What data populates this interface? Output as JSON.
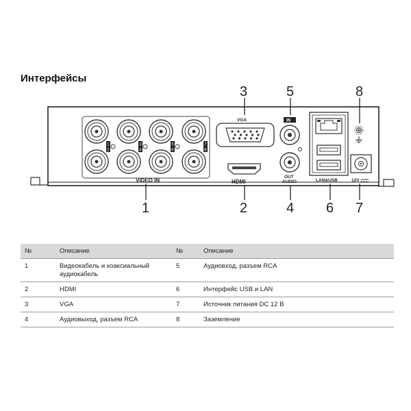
{
  "title": "Интерфейсы",
  "device": {
    "labels": {
      "video_in": "VIDEO IN",
      "vga": "VGA",
      "hdmi": "HDMI",
      "in": "IN",
      "out": "OUT",
      "audio": "AUDIO",
      "lan_usb": "LAN&USB",
      "power": "12V"
    },
    "channel_labels": [
      "1",
      "2",
      "3",
      "4",
      "5",
      "6",
      "7",
      "8"
    ],
    "callouts": [
      "1",
      "2",
      "3",
      "4",
      "5",
      "6",
      "7",
      "8"
    ]
  },
  "table": {
    "headers": [
      "№",
      "Описание",
      "№",
      "Описание"
    ],
    "rows": [
      {
        "n1": "1",
        "d1": "Видеокабель и коаксиальный аудиокабель",
        "n2": "5",
        "d2": "Аудиовход, разъем RCA"
      },
      {
        "n1": "2",
        "d1": "HDMI",
        "n2": "6",
        "d2": "Интерфейс USB и LAN"
      },
      {
        "n1": "3",
        "d1": "VGA",
        "n2": "7",
        "d2": "Источник питания DC 12 В"
      },
      {
        "n1": "4",
        "d1": "Аудиовыход, разъем RCA",
        "n2": "8",
        "d2": "Заземление"
      }
    ]
  }
}
